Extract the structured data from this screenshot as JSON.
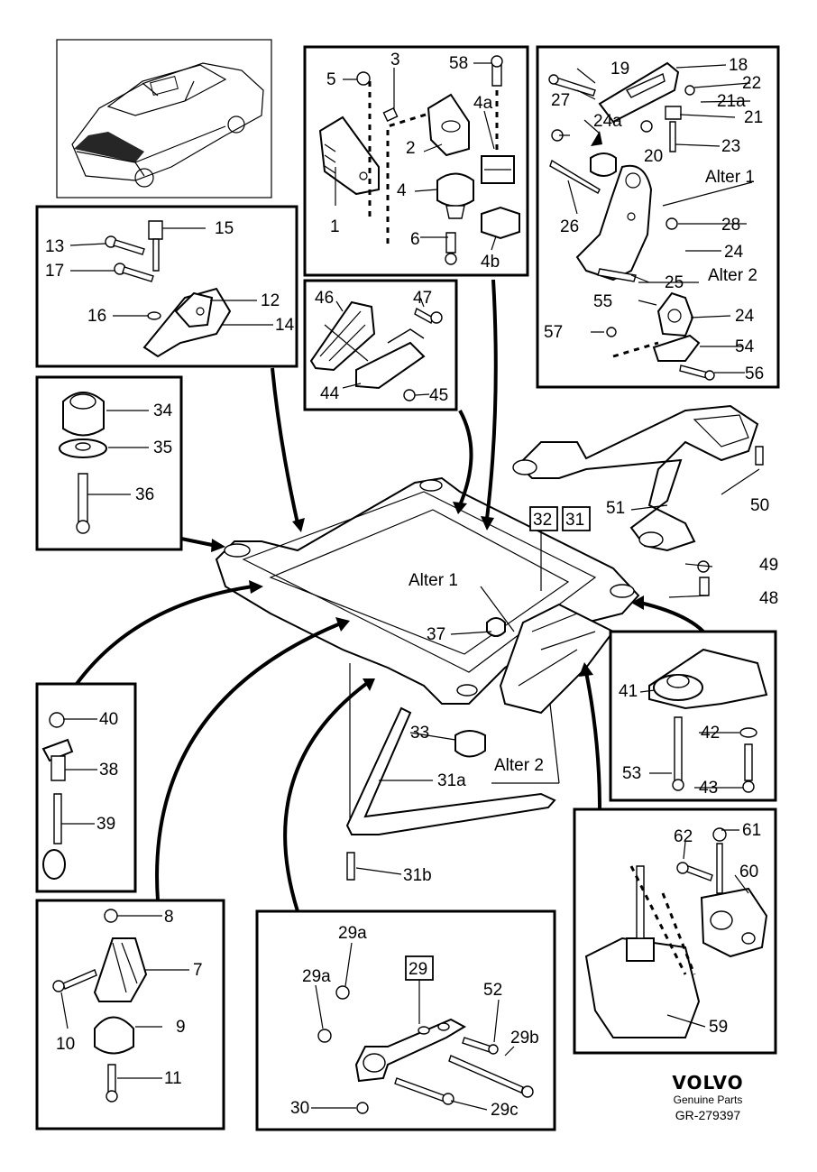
{
  "diagram": {
    "brand": {
      "logo_text": "VOLVO",
      "subtitle": "Genuine Parts",
      "code": "GR-279397"
    },
    "labels": {
      "l1": "1",
      "l2": "2",
      "l3": "3",
      "l4": "4",
      "l4a": "4a",
      "l4b": "4b",
      "l5": "5",
      "l6": "6",
      "l58": "58",
      "l7": "7",
      "l8": "8",
      "l9": "9",
      "l10": "10",
      "l11": "11",
      "l12": "12",
      "l13": "13",
      "l14": "14",
      "l15": "15",
      "l16": "16",
      "l17": "17",
      "l18": "18",
      "l19": "19",
      "l20": "20",
      "l21": "21",
      "l21a": "21a",
      "l22": "22",
      "l23": "23",
      "l24": "24",
      "l24b": "24",
      "l24a": "24a",
      "l25": "25",
      "l26": "26",
      "l27": "27",
      "l28": "28",
      "alter1_top": "Alter 1",
      "alter2_top": "Alter 2",
      "l29": "29",
      "l29a1": "29a",
      "l29a2": "29a",
      "l29b": "29b",
      "l29c": "29c",
      "l30": "30",
      "l31": "31",
      "l32": "32",
      "l31a": "31a",
      "l31b": "31b",
      "l33": "33",
      "l34": "34",
      "l35": "35",
      "l36": "36",
      "l37": "37",
      "alter1_mid": "Alter 1",
      "alter2_mid": "Alter 2",
      "l38": "38",
      "l39": "39",
      "l40": "40",
      "l41": "41",
      "l42": "42",
      "l43": "43",
      "l53": "53",
      "l44": "44",
      "l45": "45",
      "l46": "46",
      "l47": "47",
      "l48": "48",
      "l49": "49",
      "l50": "50",
      "l51": "51",
      "l52": "52",
      "l54": "54",
      "l55": "55",
      "l56": "56",
      "l57": "57",
      "l59": "59",
      "l60": "60",
      "l61": "61",
      "l62": "62"
    }
  }
}
